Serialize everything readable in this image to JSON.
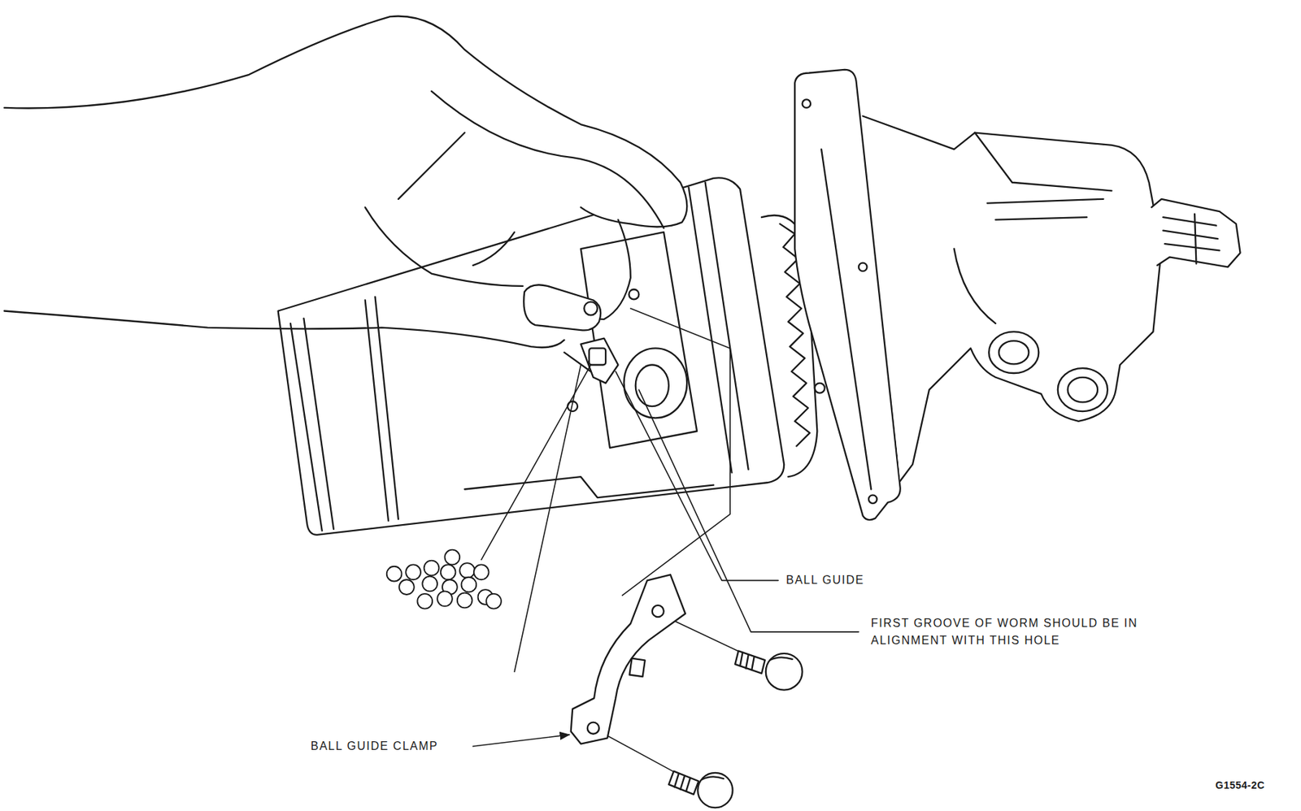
{
  "diagram": {
    "labels": [
      "BALL GUIDE",
      "FIRST GROOVE OF WORM SHOULD BE IN ALIGNMENT WITH THIS HOLE",
      "BALL GUIDE CLAMP",
      "G1554-2C"
    ]
  }
}
